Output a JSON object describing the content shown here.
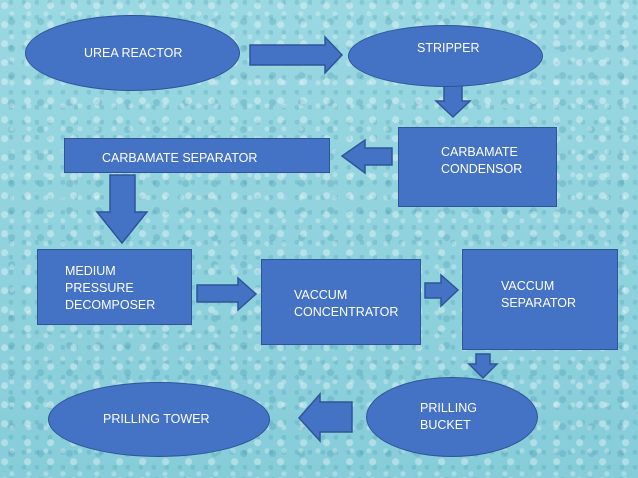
{
  "nodes": {
    "urea_reactor": "UREA REACTOR",
    "stripper": "STRIPPER",
    "carbamate_condensor": "CARBAMATE\nCONDENSOR",
    "carbamate_separator": "CARBAMATE SEPARATOR",
    "medium_pressure_decomposer": "MEDIUM\nPRESSURE\nDECOMPOSER",
    "vaccum_concentrator": "VACCUM\nCONCENTRATOR",
    "vaccum_separator": "VACCUM\nSEPARATOR",
    "prilling_bucket": "PRILLING\nBUCKET",
    "prilling_tower": "PRILLING TOWER"
  },
  "colors": {
    "node_fill": "#4472c4",
    "node_border": "#2f5597",
    "background": "#8fd3de"
  }
}
